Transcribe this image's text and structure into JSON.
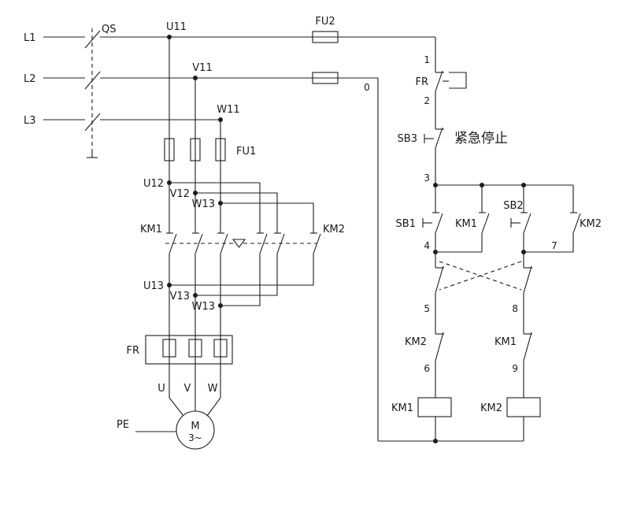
{
  "power_circuit": {
    "phases": [
      "L1",
      "L2",
      "L3"
    ],
    "disconnect_switch": "QS",
    "wire_labels_top": [
      "U11",
      "V11",
      "W11"
    ],
    "control_fuse": "FU2",
    "main_fuse": "FU1",
    "wire_labels_mid": [
      "U12",
      "V12",
      "W13"
    ],
    "contactor_forward": "KM1",
    "contactor_reverse": "KM2",
    "wire_labels_bottom": [
      "U13",
      "V13",
      "W13"
    ],
    "overload_relay": "FR",
    "motor_terminals": [
      "U",
      "V",
      "W"
    ],
    "protective_earth": "PE",
    "motor_label": "M",
    "motor_phase": "3~"
  },
  "control_circuit": {
    "neutral_node": "0",
    "node_labels": [
      "1",
      "2",
      "3",
      "4",
      "5",
      "6",
      "7",
      "8",
      "9"
    ],
    "overload_contact": "FR",
    "emergency_stop_button": "SB3",
    "emergency_stop_text": "紧急停止",
    "forward_start_button": "SB1",
    "forward_seal_contact": "KM1",
    "reverse_start_button": "SB2",
    "reverse_seal_contact": "KM2",
    "reverse_interlock_contact": "KM2",
    "forward_interlock_contact": "KM1",
    "forward_coil": "KM1",
    "reverse_coil": "KM2"
  }
}
